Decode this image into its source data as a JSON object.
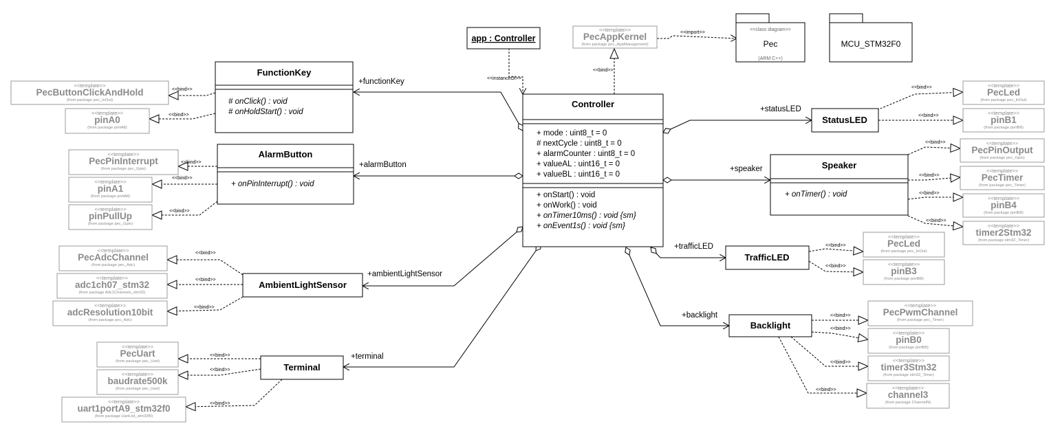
{
  "instance": {
    "label": "app : Controller"
  },
  "kernel": {
    "stereotype": "<<template>>",
    "name": "PecAppKernel",
    "from": "(from package pec_AppManagement)"
  },
  "packages": {
    "pec": {
      "stereotype": "<<class diagram>>",
      "name": "Pec",
      "sub": "(ARM C++)"
    },
    "mcu": {
      "name": "MCU_STM32F0"
    }
  },
  "edge_labels": {
    "import": "<<import>>",
    "bind": "<<bind>>",
    "instanceOf": "<<instanceOf>>"
  },
  "controller": {
    "name": "Controller",
    "attributes": [
      "+ mode : uint8_t = 0",
      "# nextCycle : uint8_t = 0",
      "+ alarmCounter : uint8_t = 0",
      "+ valueAL : uint16_t = 0",
      "+ valueBL : uint16_t = 0"
    ],
    "operations": [
      "+ onStart() : void",
      "+ onWork() : void",
      "+ onTimer10ms() : void {sm}",
      "+ onEvent1s() : void {sm}"
    ]
  },
  "classes": {
    "functionKey": {
      "name": "FunctionKey",
      "role": "+functionKey",
      "operations": [
        "# onClick() : void",
        "# onHoldStart() : void"
      ]
    },
    "alarmButton": {
      "name": "AlarmButton",
      "role": "+alarmButton",
      "operations": [
        "+ onPinInterrupt() : void"
      ]
    },
    "ambient": {
      "name": "AmbientLightSensor",
      "role": "+ambientLightSensor"
    },
    "terminal": {
      "name": "Terminal",
      "role": "+terminal"
    },
    "statusLED": {
      "name": "StatusLED",
      "role": "+statusLED"
    },
    "speaker": {
      "name": "Speaker",
      "role": "+speaker",
      "operations": [
        "+ onTimer() : void"
      ]
    },
    "trafficLED": {
      "name": "TrafficLED",
      "role": "+trafficLED"
    },
    "backlight": {
      "name": "Backlight",
      "role": "+backlight"
    }
  },
  "templates": [
    {
      "id": "tpl-pecbutton",
      "name": "PecButtonClickAndHold",
      "stereotype": "<<template>>",
      "from": "(from package pec_InOut)"
    },
    {
      "id": "tpl-pina0",
      "name": "pinA0",
      "stereotype": "<<template>>",
      "from": "(from package portA8)"
    },
    {
      "id": "tpl-pecpininterrupt",
      "name": "PecPinInterrupt",
      "stereotype": "<<template>>",
      "from": "(from package pec_Gpio)"
    },
    {
      "id": "tpl-pina1",
      "name": "pinA1",
      "stereotype": "<<template>>",
      "from": "(from package portA8)"
    },
    {
      "id": "tpl-pinpullup",
      "name": "pinPullUp",
      "stereotype": "<<template>>",
      "from": "(from package pec_Gpio)"
    },
    {
      "id": "tpl-pecadc",
      "name": "PecAdcChannel",
      "stereotype": "<<template>>",
      "from": "(from package pec_Adc)"
    },
    {
      "id": "tpl-adc1ch07",
      "name": "adc1ch07_stm32",
      "stereotype": "<<template>>",
      "from": "(from package Adc1Channels_stm32)"
    },
    {
      "id": "tpl-adcres",
      "name": "adcResolution10bit",
      "stereotype": "<<template>>",
      "from": "(from package pec_Adc)"
    },
    {
      "id": "tpl-pecuart",
      "name": "PecUart",
      "stereotype": "<<template>>",
      "from": "(from package pec_Uart)"
    },
    {
      "id": "tpl-baudrate",
      "name": "baudrate500k",
      "stereotype": "<<template>>",
      "from": "(from package pec_Uart)"
    },
    {
      "id": "tpl-uart1port",
      "name": "uart1portA9_stm32f0",
      "stereotype": "<<template>>",
      "from": "(from package UartList_stm32f0)"
    },
    {
      "id": "tpl-pecled1",
      "name": "PecLed",
      "stereotype": "<<template>>",
      "from": "(from package pec_InOut)"
    },
    {
      "id": "tpl-pinb1",
      "name": "pinB1",
      "stereotype": "<<template>>",
      "from": "(from package portB8)"
    },
    {
      "id": "tpl-pecpinoutput",
      "name": "PecPinOutput",
      "stereotype": "<<template>>",
      "from": "(from package pec_Gpio)"
    },
    {
      "id": "tpl-pectimer",
      "name": "PecTimer",
      "stereotype": "<<template>>",
      "from": "(from package pec_Timer)"
    },
    {
      "id": "tpl-pinb4",
      "name": "pinB4",
      "stereotype": "<<template>>",
      "from": "(from package portB8)"
    },
    {
      "id": "tpl-timer2",
      "name": "timer2Stm32",
      "stereotype": "<<template>>",
      "from": "(from package stm32_Timer)"
    },
    {
      "id": "tpl-pecled2",
      "name": "PecLed",
      "stereotype": "<<template>>",
      "from": "(from package pec_InOut)"
    },
    {
      "id": "tpl-pinb3",
      "name": "pinB3",
      "stereotype": "<<template>>",
      "from": "(from package portB8)"
    },
    {
      "id": "tpl-pecpwm",
      "name": "PecPwmChannel",
      "stereotype": "<<template>>",
      "from": "(from package pec_Timer)"
    },
    {
      "id": "tpl-pinb0",
      "name": "pinB0",
      "stereotype": "<<template>>",
      "from": "(from package portB8)"
    },
    {
      "id": "tpl-timer3",
      "name": "timer3Stm32",
      "stereotype": "<<template>>",
      "from": "(from package stm32_Timer)"
    },
    {
      "id": "tpl-channel3",
      "name": "channel3",
      "stereotype": "<<template>>",
      "from": "(from package ChannelN)"
    }
  ]
}
